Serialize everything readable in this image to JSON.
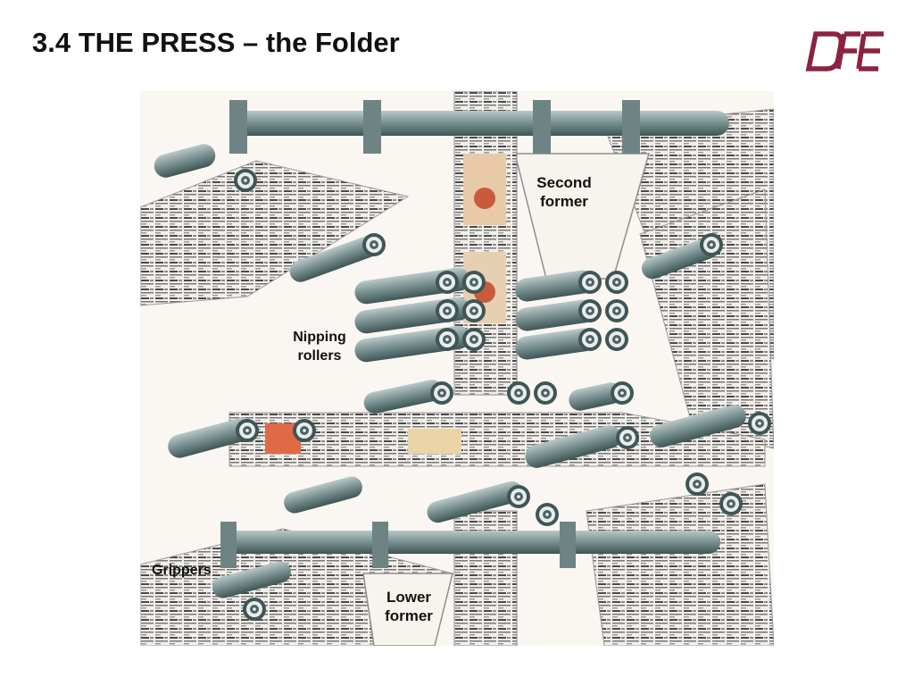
{
  "slide": {
    "title": "3.4 THE PRESS – the Folder",
    "logo_text": "DFE",
    "logo_color": "#8b2340"
  },
  "labels": {
    "second_former_l1": "Second",
    "second_former_l2": "former",
    "nipping_rollers_l1": "Nipping",
    "nipping_rollers_l2": "rollers",
    "grippers": "Grippers",
    "lower_former_l1": "Lower",
    "lower_former_l2": "former"
  },
  "colors": {
    "roller": "#6f8788",
    "roller_dark": "#445a5b",
    "paper": "#f3eee8",
    "background": "#faf6f2"
  }
}
